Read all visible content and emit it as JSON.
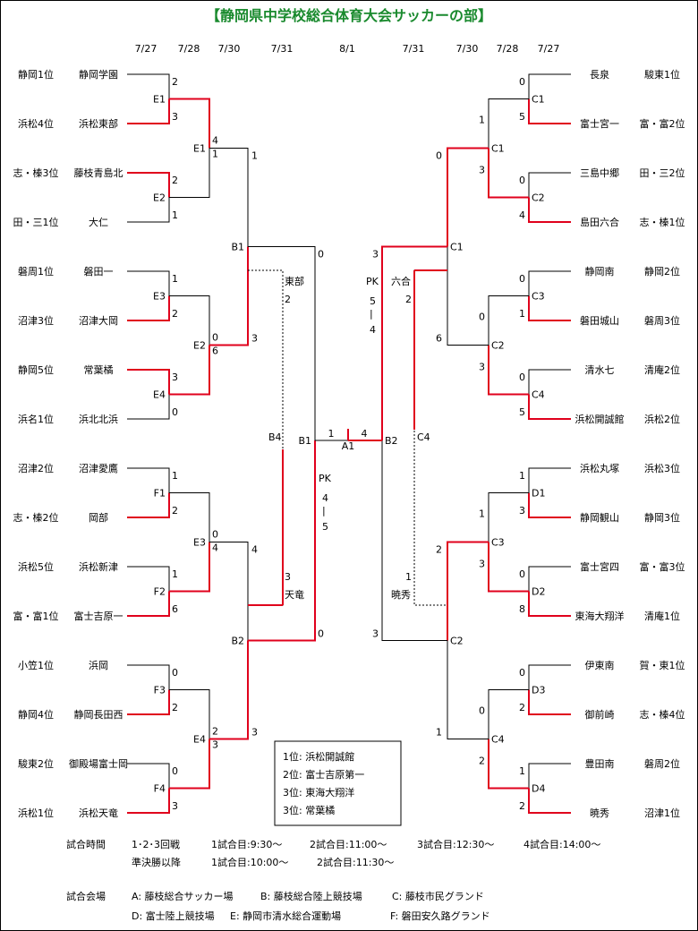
{
  "title": "【静岡県中学校総合体育大会サッカーの部】",
  "dates_left": [
    "7/27",
    "7/28",
    "7/30",
    "7/31"
  ],
  "date_final": "8/1",
  "dates_right": [
    "7/31",
    "7/30",
    "7/28",
    "7/27"
  ],
  "left_teams": [
    {
      "seed": "静岡1位",
      "name": "静岡学園",
      "win": false
    },
    {
      "seed": "浜松4位",
      "name": "浜松東部",
      "win": true
    },
    {
      "seed": "志・榛3位",
      "name": "藤枝青島北",
      "win": true
    },
    {
      "seed": "田・三1位",
      "name": "大仁",
      "win": false
    },
    {
      "seed": "磐周1位",
      "name": "磐田一",
      "win": false
    },
    {
      "seed": "沼津3位",
      "name": "沼津大岡",
      "win": true
    },
    {
      "seed": "静岡5位",
      "name": "常葉橘",
      "win": true
    },
    {
      "seed": "浜名1位",
      "name": "浜北北浜",
      "win": false
    },
    {
      "seed": "沼津2位",
      "name": "沼津愛鷹",
      "win": false
    },
    {
      "seed": "志・榛2位",
      "name": "岡部",
      "win": true
    },
    {
      "seed": "浜松5位",
      "name": "浜松新津",
      "win": false
    },
    {
      "seed": "富・富1位",
      "name": "富士吉原一",
      "win": true
    },
    {
      "seed": "小笠1位",
      "name": "浜岡",
      "win": false
    },
    {
      "seed": "静岡4位",
      "name": "静岡長田西",
      "win": true
    },
    {
      "seed": "駿東2位",
      "name": "御殿場富士岡",
      "win": false
    },
    {
      "seed": "浜松1位",
      "name": "浜松天竜",
      "win": true
    }
  ],
  "right_teams": [
    {
      "seed": "駿東1位",
      "name": "長泉",
      "win": false
    },
    {
      "seed": "富・富2位",
      "name": "富士宮一",
      "win": true
    },
    {
      "seed": "田・三2位",
      "name": "三島中郷",
      "win": false
    },
    {
      "seed": "志・榛1位",
      "name": "島田六合",
      "win": true
    },
    {
      "seed": "静岡2位",
      "name": "静岡南",
      "win": false
    },
    {
      "seed": "磐周3位",
      "name": "磐田城山",
      "win": true
    },
    {
      "seed": "清庵2位",
      "name": "清水七",
      "win": false
    },
    {
      "seed": "浜松2位",
      "name": "浜松開誠館",
      "win": true
    },
    {
      "seed": "浜松3位",
      "name": "浜松丸塚",
      "win": false
    },
    {
      "seed": "静岡3位",
      "name": "静岡観山",
      "win": true
    },
    {
      "seed": "富・富3位",
      "name": "富士宮四",
      "win": false
    },
    {
      "seed": "清庵1位",
      "name": "東海大翔洋",
      "win": true
    },
    {
      "seed": "賀・東1位",
      "name": "伊東南",
      "win": false
    },
    {
      "seed": "志・榛4位",
      "name": "御前崎",
      "win": true
    },
    {
      "seed": "磐周2位",
      "name": "豊田南",
      "win": false
    },
    {
      "seed": "沼津1位",
      "name": "暁秀",
      "win": true
    }
  ],
  "left_r1": [
    {
      "code": "E1",
      "s": [
        "2",
        "3"
      ]
    },
    {
      "code": "E2",
      "s": [
        "2",
        "1"
      ]
    },
    {
      "code": "E3",
      "s": [
        "1",
        "2"
      ]
    },
    {
      "code": "E4",
      "s": [
        "3",
        "0"
      ]
    },
    {
      "code": "F1",
      "s": [
        "1",
        "2"
      ]
    },
    {
      "code": "F2",
      "s": [
        "1",
        "6"
      ]
    },
    {
      "code": "F3",
      "s": [
        "0",
        "2"
      ]
    },
    {
      "code": "F4",
      "s": [
        "0",
        "3"
      ]
    }
  ],
  "left_r2": [
    {
      "code": "E1",
      "s": [
        "4",
        "1"
      ]
    },
    {
      "code": "E2",
      "s": [
        "0",
        "6"
      ]
    },
    {
      "code": "E3",
      "s": [
        "0",
        "4"
      ]
    },
    {
      "code": "E4",
      "s": [
        "2",
        "3"
      ]
    }
  ],
  "left_r3": [
    {
      "code": "B1",
      "s": [
        "1",
        "3"
      ]
    },
    {
      "code": "B2",
      "s": [
        "4",
        "3"
      ]
    }
  ],
  "right_r1": [
    {
      "code": "C1",
      "s": [
        "0",
        "5"
      ]
    },
    {
      "code": "C2",
      "s": [
        "0",
        "4"
      ]
    },
    {
      "code": "C3",
      "s": [
        "0",
        "1"
      ]
    },
    {
      "code": "C4",
      "s": [
        "0",
        "5"
      ]
    },
    {
      "code": "D1",
      "s": [
        "1",
        "3"
      ]
    },
    {
      "code": "D2",
      "s": [
        "0",
        "8"
      ]
    },
    {
      "code": "D3",
      "s": [
        "0",
        "2"
      ]
    },
    {
      "code": "D4",
      "s": [
        "1",
        "2"
      ]
    }
  ],
  "right_r2": [
    {
      "code": "C1",
      "s": [
        "1",
        "3"
      ]
    },
    {
      "code": "C2",
      "s": [
        "0",
        "3"
      ]
    },
    {
      "code": "C3",
      "s": [
        "1",
        "3"
      ]
    },
    {
      "code": "C4",
      "s": [
        "0",
        "2"
      ]
    }
  ],
  "right_r3": [
    {
      "code": "C1",
      "s": [
        "0",
        "6"
      ]
    },
    {
      "code": "C2",
      "s": [
        "2",
        "1"
      ]
    }
  ],
  "semis": {
    "left_code": "B1",
    "left_top_score": "0",
    "left_bottom_score": "0",
    "left_pk_label": "PK",
    "left_pk_top": "4",
    "left_pk_dash": "|",
    "left_pk_bottom": "5",
    "right_code": "B2",
    "right_top_score": "3",
    "right_bottom_score": "3",
    "right_pk_label": "PK",
    "right_pk_top": "5",
    "right_pk_dash": "|",
    "right_pk_bottom": "4"
  },
  "third_place": {
    "left_code": "B4",
    "left_top_team": "東部",
    "left_top_score": "2",
    "left_bottom_team": "天竜",
    "left_bottom_score": "3",
    "right_code": "C4",
    "right_top_team": "六合",
    "right_top_score": "2",
    "right_bottom_team": "暁秀",
    "right_bottom_score": "1"
  },
  "final": {
    "code": "A1",
    "left_score": "1",
    "right_score": "4",
    "left_code": "B1",
    "right_code": "B2"
  },
  "results": [
    "1位: 浜松開誠館",
    "2位: 富士吉原第一",
    "3位: 東海大翔洋",
    "3位: 常葉橘"
  ],
  "schedule": {
    "label": "試合時間",
    "row1_head": "1･2･3回戦",
    "row1": [
      "1試合目:9:30～",
      "2試合目:11:00～",
      "3試合目:12:30～",
      "4試合目:14:00～"
    ],
    "row2_head": "準決勝以降",
    "row2": [
      "1試合目:10:00～",
      "2試合目:11:30～"
    ]
  },
  "venues": {
    "label": "試合会場",
    "row1": [
      "A: 藤枝総合サッカー場",
      "B: 藤枝総合陸上競技場",
      "C: 藤枝市民グランド"
    ],
    "row2": [
      "D: 富士陸上競技場",
      "E: 静岡市清水総合運動場",
      "F: 磐田安久路グランド"
    ]
  },
  "colors": {
    "win": "#e0001c",
    "line": "#000000",
    "dash": "#000000",
    "title": "#1a8a2e"
  }
}
